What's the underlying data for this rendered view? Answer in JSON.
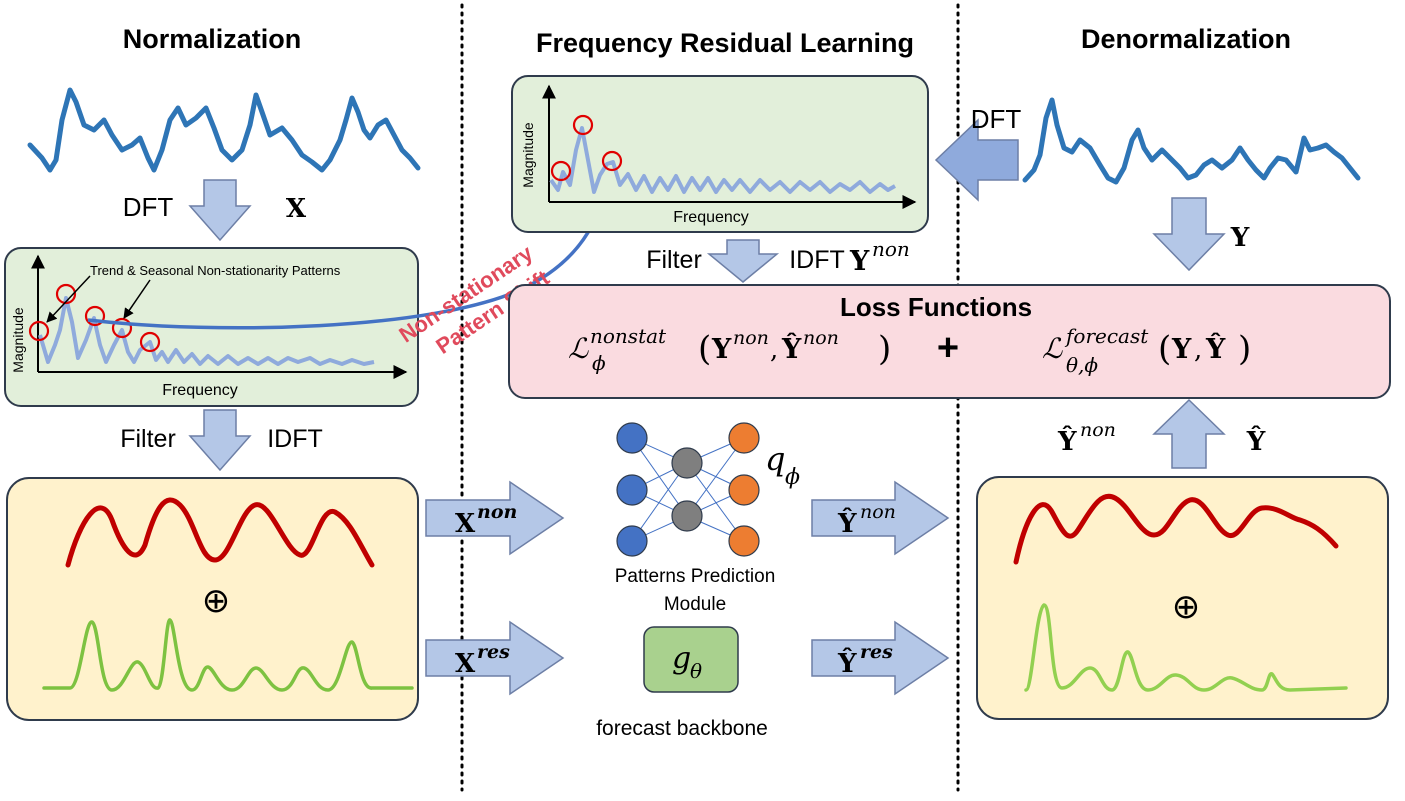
{
  "headings": {
    "normalization": "Normalization",
    "frequency_residual": "Frequency Residual Learning",
    "denormalization": "Denormalization"
  },
  "spectrum_axes": {
    "magnitude": "Magnitude",
    "frequency": "Frequency"
  },
  "annotations": {
    "trend_seasonal": "Trend & Seasonal Non-stationarity Patterns",
    "pattern_shift_line1": "Non-stationary",
    "pattern_shift_line2": "Pattern Shift"
  },
  "ops": {
    "dft": "DFT",
    "idft": "IDFT",
    "filter": "Filter",
    "oplus": "⊕",
    "plus": "+"
  },
  "symbols": {
    "X": "X",
    "Y": "Y",
    "X_bold": "X",
    "non": "non",
    "res": "res",
    "Y_hat": "Ŷ",
    "q": "q",
    "phi": "ϕ",
    "g": "g",
    "theta": "θ"
  },
  "loss": {
    "title": "Loss Functions",
    "L": "ℒ",
    "nonstat_sup": "nonstat",
    "nonstat_sub": "ϕ",
    "forecast_sup": "forecast",
    "forecast_sub": "θ,ϕ",
    "open": "(",
    "close": ")",
    "comma": ","
  },
  "modules": {
    "patterns_line1": "Patterns Prediction",
    "patterns_line2": "Module",
    "backbone": "forecast backbone"
  },
  "colors": {
    "series_blue": "#2E75B6",
    "spectrum_blue": "#8FAADC",
    "red_series": "#C00000",
    "green_series": "#7DC241",
    "green_panel": "#E2EFDA",
    "yellow_panel": "#FFF2CC",
    "pink_panel": "#FADBE0",
    "arrow_fill": "#B4C7E7",
    "node_blue": "#4472C4",
    "node_gray": "#7F7F7F",
    "node_orange": "#ED7D31",
    "shift_text": "#E04A5C"
  }
}
